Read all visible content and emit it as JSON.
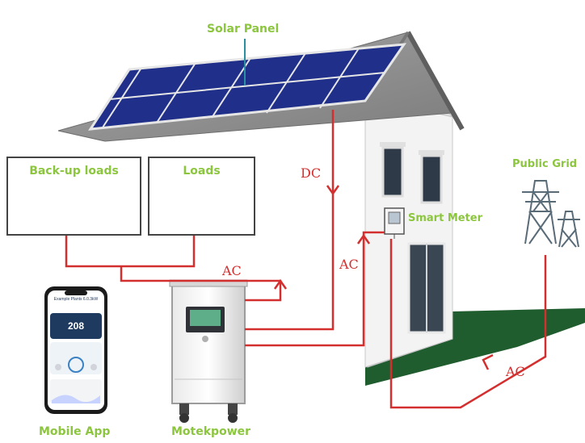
{
  "labels": {
    "solar_panel": "Solar Panel",
    "backup_loads": "Back-up loads",
    "loads": "Loads",
    "smart_meter": "Smart Meter",
    "public_grid": "Public Grid",
    "mobile_app": "Mobile App",
    "motekpower": "Motekpower"
  },
  "flows": {
    "dc": "DC",
    "ac_loads": "AC",
    "ac_meter": "AC",
    "ac_grid": "AC"
  },
  "phone_screen": {
    "title": "Example Plants 6.0.3kW",
    "value": "208"
  },
  "icons": {
    "backup_loads": [
      "tv-icon",
      "lightbulb-icon",
      "refrigerator-icon",
      "smartphone-icon"
    ],
    "loads": [
      "washing-machine-icon",
      "oven-icon",
      "iron-icon"
    ]
  },
  "colors": {
    "label_green": "#8cc63f",
    "wire_red": "#d32f2f",
    "panel_blue": "#1f2f8a",
    "grass": "#1f5c2e"
  }
}
